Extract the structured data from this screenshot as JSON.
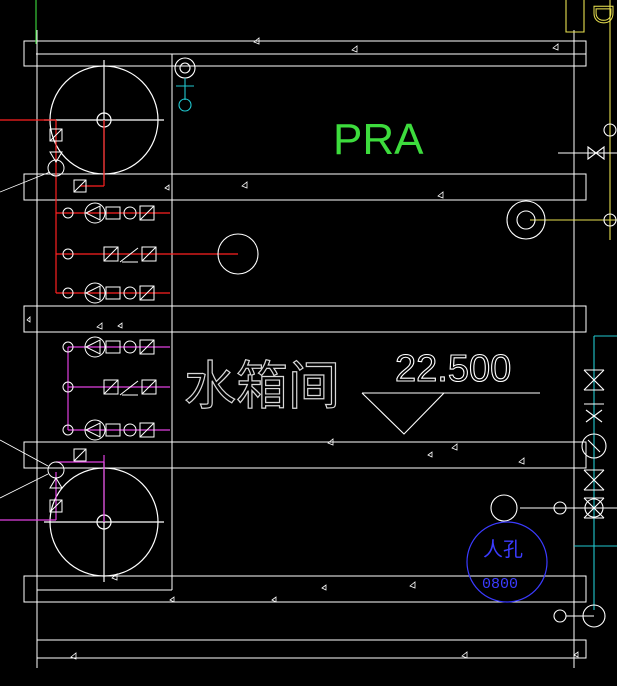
{
  "drawing": {
    "equipment_label": "PRA",
    "room_label": "水箱间",
    "elevation": "22.500",
    "circle_tag": {
      "line1": "人孔",
      "line2": "0800"
    },
    "top_right_fragment": "D",
    "colors": {
      "background": "#000000",
      "structure": "#ffffff",
      "red_pipe": "#ff2020",
      "magenta_pipe": "#e040e0",
      "cyan_pipe": "#20c8d0",
      "green_text": "#3ddc3d",
      "blue_tag": "#3b3bff",
      "yellow_line": "#e8e050"
    }
  }
}
